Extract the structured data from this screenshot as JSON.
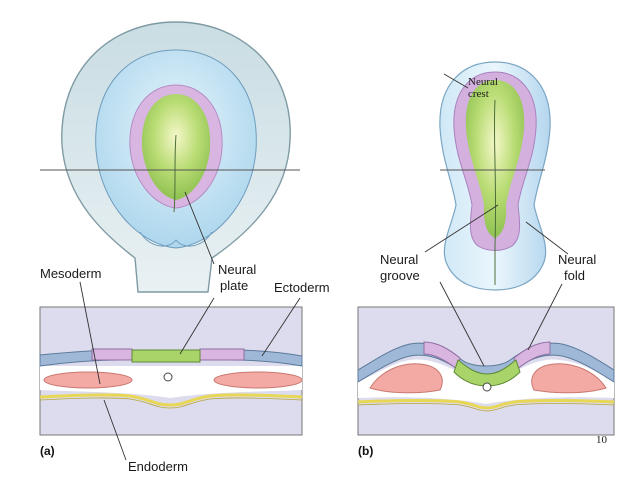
{
  "labels": {
    "mesoderm": "Mesoderm",
    "neural_plate_1": "Neural",
    "neural_plate_2": "plate",
    "ectoderm": "Ectoderm",
    "endoderm": "Endoderm",
    "neural_crest_1": "Neural",
    "neural_crest_2": "crest",
    "neural_groove_1": "Neural",
    "neural_groove_2": "groove",
    "neural_fold_1": "Neural",
    "neural_fold_2": "fold",
    "panel_a": "(a)",
    "panel_b": "(b)",
    "page_number": "10"
  },
  "colors": {
    "embryo_outer": "#cfe3ea",
    "embryo_inner": "#bfe0f0",
    "mesoderm_purple": "#d7b6df",
    "neural_green": "#a9d46a",
    "ectoderm_blue": "#9fb8d8",
    "mesoderm_pink": "#f3a8a3",
    "endoderm_yellow": "#efe07a",
    "box_fill": "#dcdcee"
  }
}
